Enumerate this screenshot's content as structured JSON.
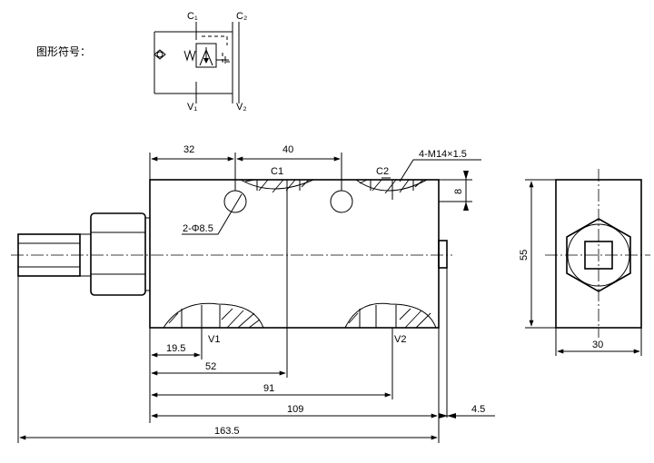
{
  "symbol": {
    "title": "图形符号：",
    "ports": {
      "c1": "C₁",
      "c2": "C₂",
      "v1": "V₁",
      "v2": "V₂"
    },
    "spring": "W"
  },
  "front_view": {
    "port_c1": "C1",
    "port_c2": "C2",
    "port_v1": "V1",
    "port_v2": "V2",
    "thread_note": "4-M14×1.5",
    "hole_note": "2-Φ8.5",
    "dims": {
      "d32": "32",
      "d40": "40",
      "d8": "8",
      "d19_5": "19.5",
      "d52": "52",
      "d91": "91",
      "d109": "109",
      "d4_5": "4.5",
      "d163_5": "163.5"
    }
  },
  "side_view": {
    "dims": {
      "d55": "55",
      "d30": "30"
    }
  }
}
